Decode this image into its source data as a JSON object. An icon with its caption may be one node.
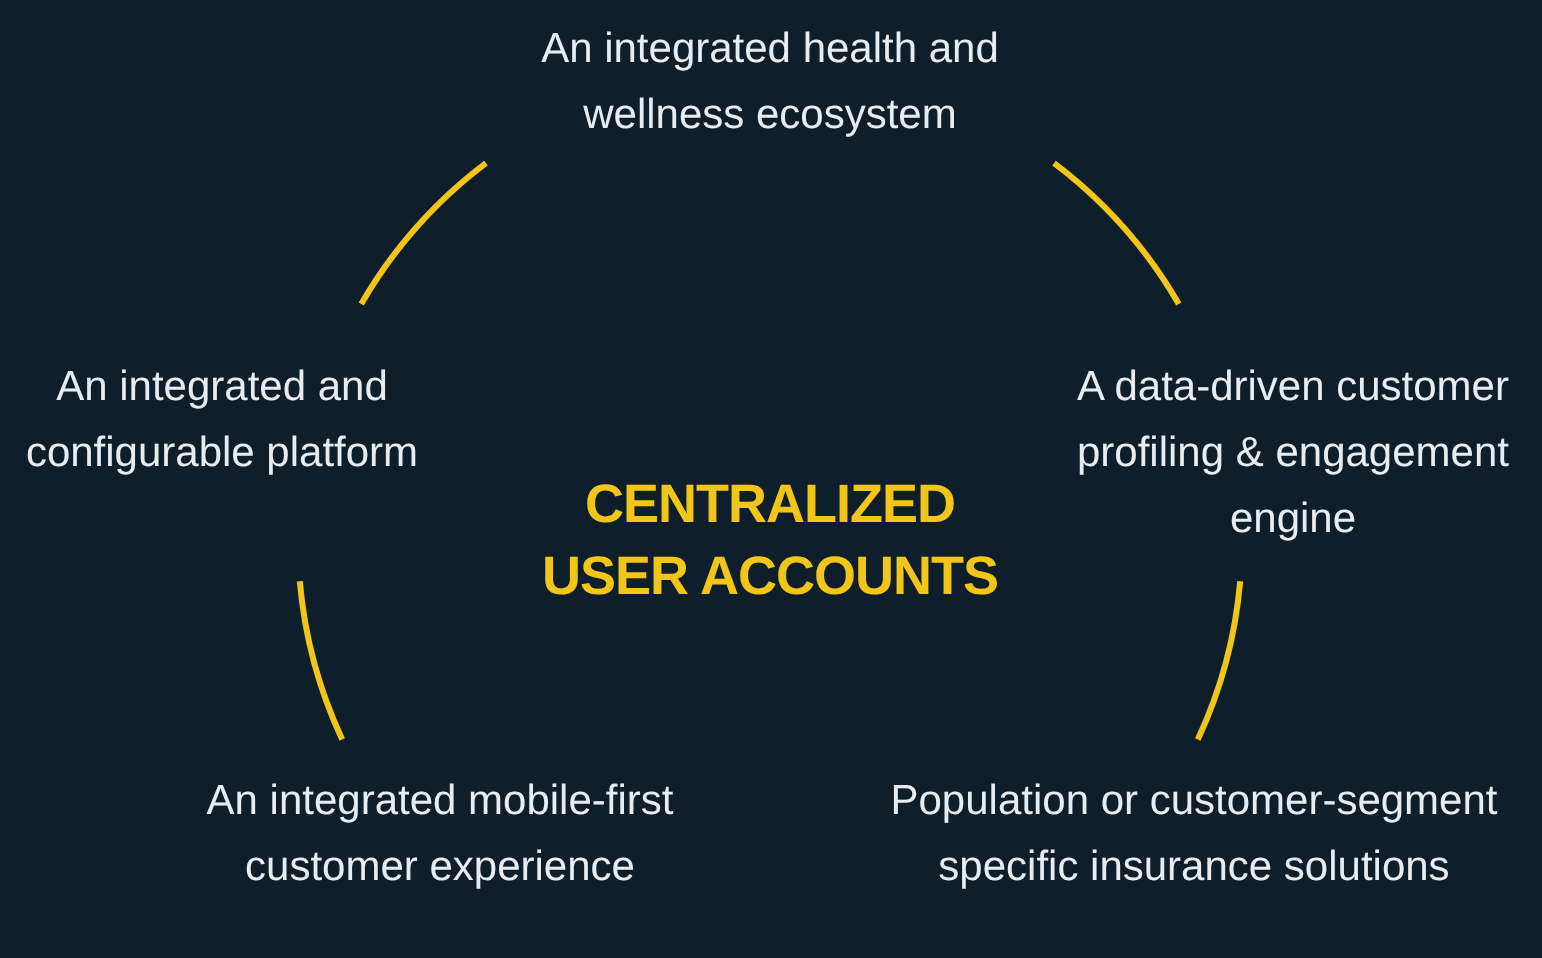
{
  "diagram": {
    "nodes": [
      {
        "text": [
          "An integrated health and wellness ecosystem"
        ]
      },
      {
        "text": [
          "An integrated and configurable platform"
        ]
      },
      {
        "text": [
          "A data-driven customer profiling & engagement engine"
        ]
      },
      {
        "text": [
          "An integrated mobile-first customer experience"
        ]
      },
      {
        "text": [
          "Population or customer-segment specific insurance solutions"
        ]
      }
    ],
    "edges": [
      {
        "from": 0,
        "to": 2,
        "arrow": "none"
      },
      {
        "from": 2,
        "to": 4,
        "arrow": "none"
      },
      {
        "from": 3,
        "to": 1,
        "arrow": "none"
      },
      {
        "from": 1,
        "to": 0,
        "arrow": "none"
      }
    ],
    "labels": [
      "CENTRALIZED USER ACCOUNTS"
    ]
  }
}
